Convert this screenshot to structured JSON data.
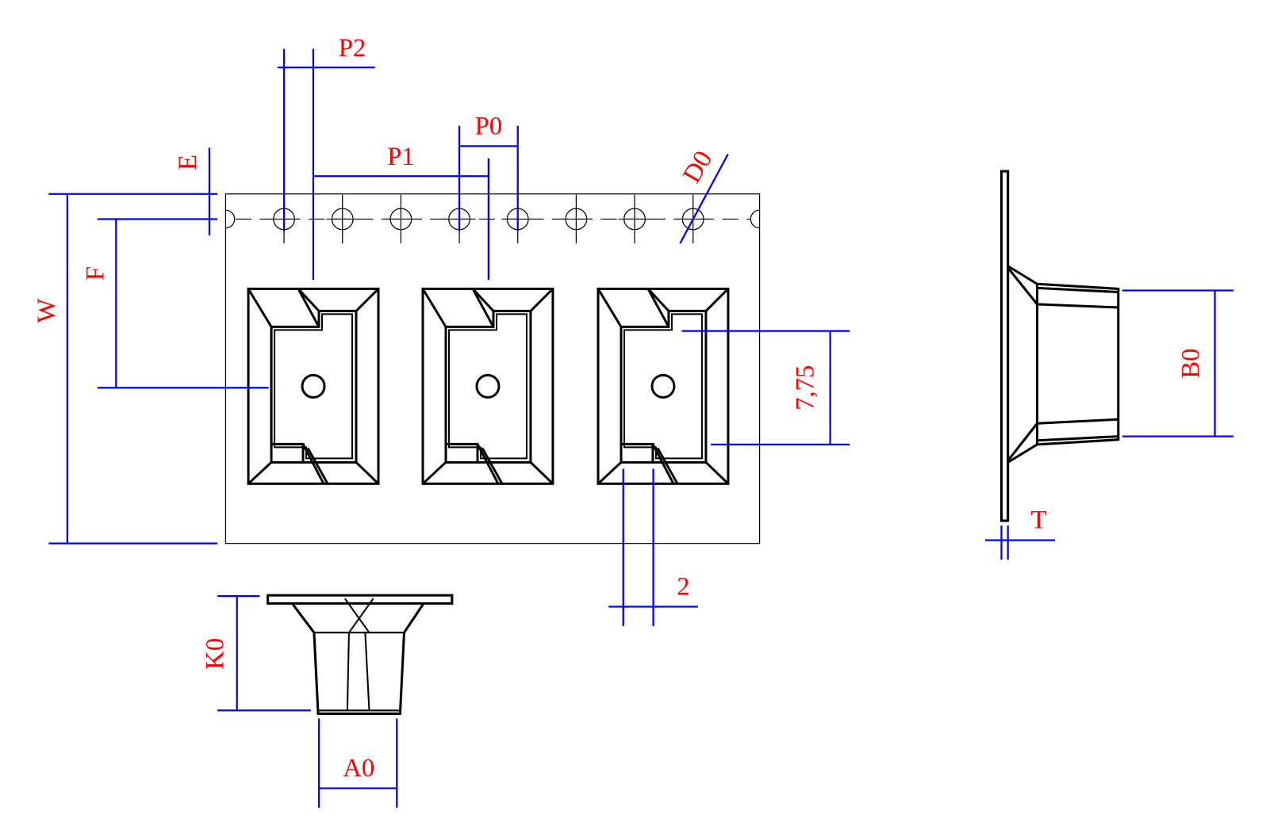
{
  "title": "Carrier tape dimension drawing",
  "colors": {
    "outline": "#000000",
    "dimension_line": "#0000ff",
    "dimension_label": "#ff0000"
  },
  "labels": {
    "p2": "P2",
    "p0": "P0",
    "p1": "P1",
    "e": "E",
    "d0": "D0",
    "f": "F",
    "w": "W",
    "pocket_pitch": "7,75",
    "gap": "2",
    "b0": "B0",
    "t": "T",
    "k0": "K0",
    "a0": "A0"
  },
  "tape": {
    "sprocket_hole_count": 8,
    "pocket_count": 3
  }
}
